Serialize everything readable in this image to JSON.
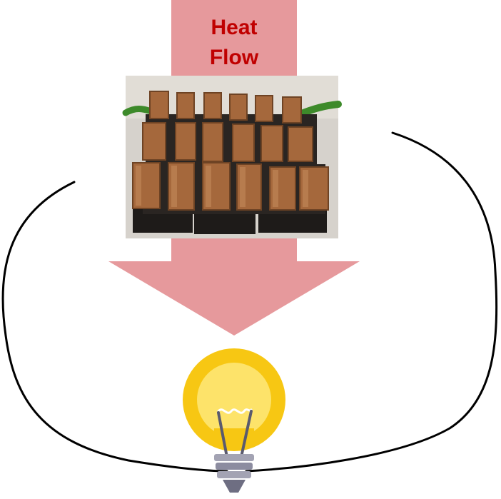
{
  "diagram": {
    "label_line1": "Heat",
    "label_line2": "Flow",
    "colors": {
      "arrow": "#e6999c",
      "label": "#c00000",
      "wire": "#000000",
      "photo_bg": "#d6d2cc",
      "copper": "#a5683c",
      "copper_dark": "#6e4324",
      "base": "#1e1b19",
      "green_wire": "#3d8a2a",
      "bulb_outer": "#f7c713",
      "bulb_inner": "#fde36a",
      "bulb_base": "#a3a3b3"
    },
    "icons": [
      "thermoelectric-module-photo",
      "heat-flow-arrow",
      "light-bulb-icon",
      "circuit-wire"
    ]
  }
}
